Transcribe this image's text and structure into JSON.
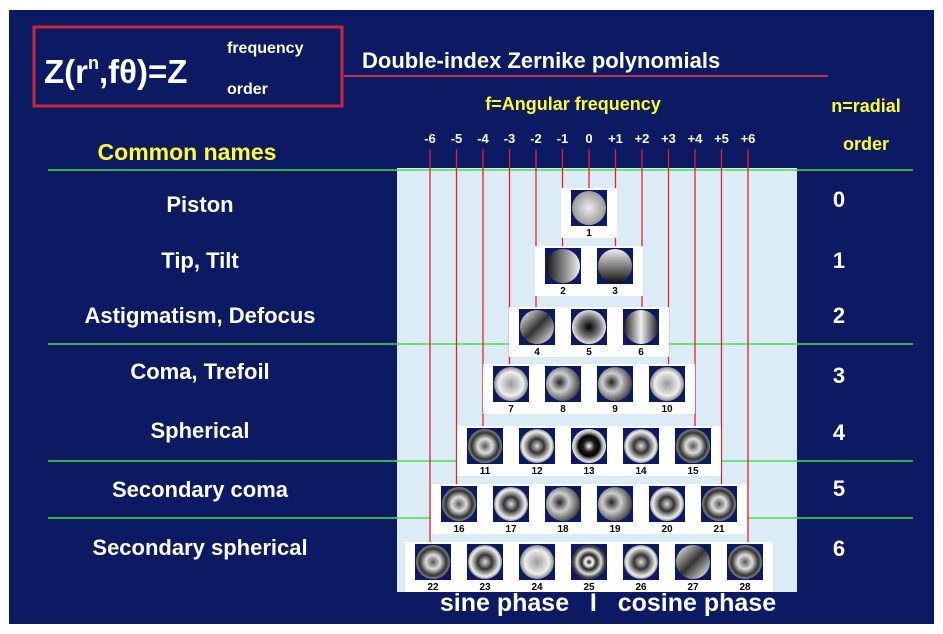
{
  "formula": {
    "main": "Z(r",
    "sup_n": "n",
    "middle": ",fθ)=Z",
    "superscript": "frequency",
    "subscript": "order"
  },
  "title": "Double-index Zernike polynomials",
  "frequency_header": "f=Angular frequency",
  "frequency_ticks": [
    "-6",
    "-5",
    "-4",
    "-3",
    "-2",
    "-1",
    "0",
    "+1",
    "+2",
    "+3",
    "+4",
    "+5",
    "+6"
  ],
  "radial_header_line1": "n=radial",
  "radial_header_line2": "order",
  "names_header": "Common names",
  "rows": [
    {
      "name": "Piston",
      "order": "0",
      "modes": [
        "1"
      ]
    },
    {
      "name": "Tip, Tilt",
      "order": "1",
      "modes": [
        "2",
        "3"
      ]
    },
    {
      "name": "Astigmatism, Defocus",
      "order": "2",
      "modes": [
        "4",
        "5",
        "6"
      ]
    },
    {
      "name": "Coma, Trefoil",
      "order": "3",
      "modes": [
        "7",
        "8",
        "9",
        "10"
      ]
    },
    {
      "name": "Spherical",
      "order": "4",
      "modes": [
        "11",
        "12",
        "13",
        "14",
        "15"
      ]
    },
    {
      "name": "Secondary coma",
      "order": "5",
      "modes": [
        "16",
        "17",
        "18",
        "19",
        "20",
        "21"
      ]
    },
    {
      "name": "Secondary spherical",
      "order": "6",
      "modes": [
        "22",
        "23",
        "24",
        "25",
        "26",
        "27",
        "28"
      ]
    }
  ],
  "footer": "sine phase   I   cosine phase",
  "colors": {
    "background": "#0b1a62",
    "title_underline": "#c0304a",
    "formula_border": "#c8283a",
    "yellow": "#ffff33",
    "separator": "#4ddc4d",
    "panel": "#dcecf7",
    "arrow": "#e8202a"
  }
}
